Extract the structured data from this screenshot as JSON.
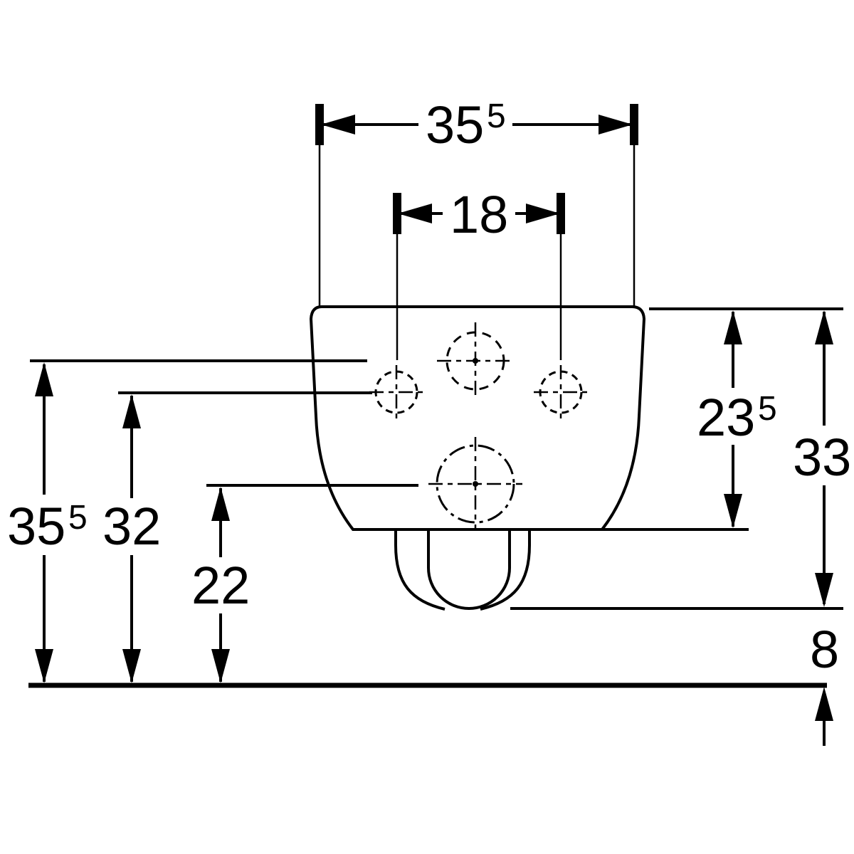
{
  "diagram": {
    "type": "technical-dimension-drawing",
    "subject": "wall-hung toilet rear view with mounting holes and outlet",
    "colors": {
      "line": "#000000",
      "text": "#000000",
      "background": "#ffffff"
    },
    "dimensions": {
      "top_width": {
        "main": "35",
        "sup": "5"
      },
      "hole_spacing": {
        "main": "18"
      },
      "left_outer_height": {
        "main": "35",
        "sup": "5"
      },
      "left_mid_height": {
        "main": "32"
      },
      "left_inner_height": {
        "main": "22"
      },
      "right_inner_height": {
        "main": "23",
        "sup": "5"
      },
      "right_outer_height": {
        "main": "33"
      },
      "bottom_clearance": {
        "main": "8"
      }
    }
  }
}
